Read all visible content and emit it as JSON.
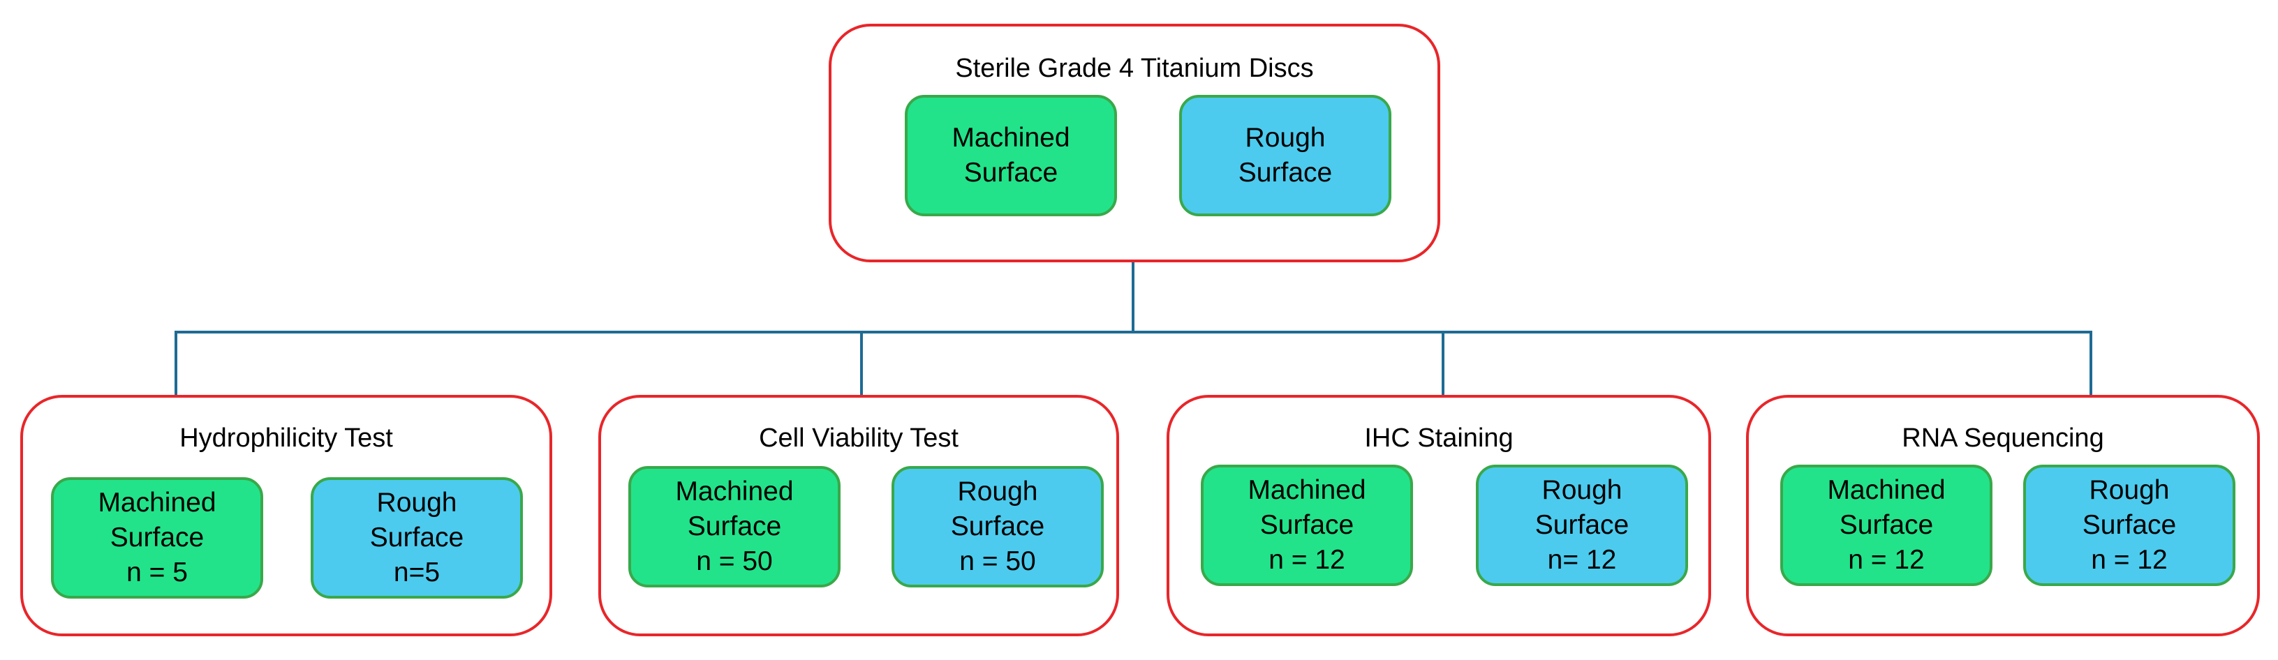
{
  "colors": {
    "group_border": "#e8262a",
    "machined_fill": "#22e38a",
    "rough_fill": "#4ccbee",
    "box_border": "#3aa84a",
    "connector": "#1f6b94"
  },
  "root": {
    "title": "Sterile Grade 4 Titanium Discs",
    "machined": {
      "line1": "Machined",
      "line2": "Surface"
    },
    "rough": {
      "line1": "Rough",
      "line2": "Surface"
    }
  },
  "tests": [
    {
      "title": "Hydrophilicity Test",
      "machined": {
        "line1": "Machined",
        "line2": "Surface",
        "count": "n = 5"
      },
      "rough": {
        "line1": "Rough",
        "line2": "Surface",
        "count": "n=5"
      }
    },
    {
      "title": "Cell Viability Test",
      "machined": {
        "line1": "Machined",
        "line2": "Surface",
        "count": "n = 50"
      },
      "rough": {
        "line1": "Rough",
        "line2": "Surface",
        "count": "n = 50"
      }
    },
    {
      "title": "IHC Staining",
      "machined": {
        "line1": "Machined",
        "line2": "Surface",
        "count": "n = 12"
      },
      "rough": {
        "line1": "Rough",
        "line2": "Surface",
        "count": "n= 12"
      }
    },
    {
      "title": "RNA Sequencing",
      "machined": {
        "line1": "Machined",
        "line2": "Surface",
        "count": "n = 12"
      },
      "rough": {
        "line1": "Rough",
        "line2": "Surface",
        "count": "n = 12"
      }
    }
  ]
}
